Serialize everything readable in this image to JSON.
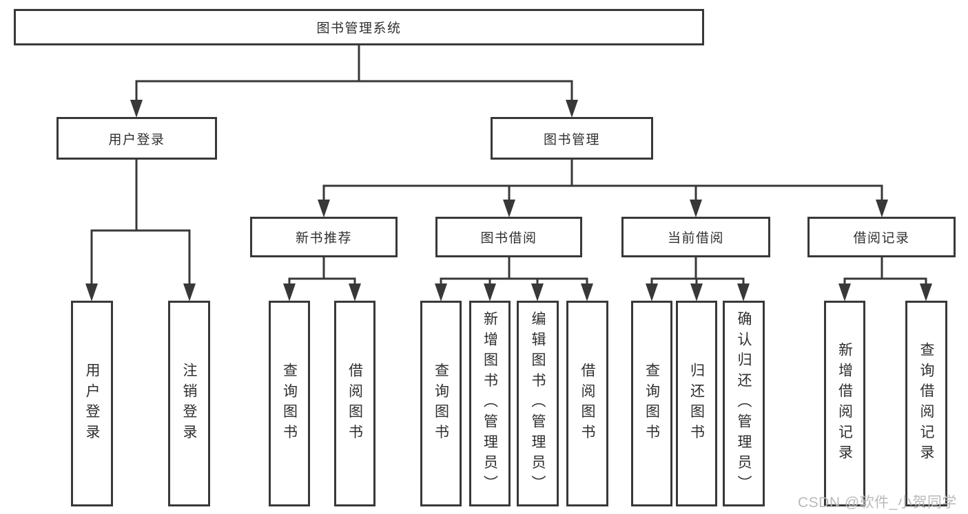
{
  "colors": {
    "line": "#383838",
    "text": "#2f2f2f",
    "background": "#ffffff",
    "watermark": "#b9b9b9"
  },
  "watermark": {
    "text": "CSDN @软件_小贺同学"
  },
  "diagram": {
    "type": "hierarchy-tree",
    "root": {
      "label": "图书管理系统"
    },
    "branches": [
      {
        "label": "用户登录",
        "children": [
          {
            "label": "用户登录"
          },
          {
            "label": "注销登录"
          }
        ]
      },
      {
        "label": "图书管理",
        "children": [
          {
            "label": "新书推荐",
            "children": [
              {
                "label": "查询图书"
              },
              {
                "label": "借阅图书"
              }
            ]
          },
          {
            "label": "图书借阅",
            "children": [
              {
                "label": "查询图书"
              },
              {
                "label": "新增图书（管理员）"
              },
              {
                "label": "编辑图书（管理员）"
              },
              {
                "label": "借阅图书"
              }
            ]
          },
          {
            "label": "当前借阅",
            "children": [
              {
                "label": "查询图书"
              },
              {
                "label": "归还图书"
              },
              {
                "label": "确认归还（管理员）"
              }
            ]
          },
          {
            "label": "借阅记录",
            "children": [
              {
                "label": "新增借阅记录"
              },
              {
                "label": "查询借阅记录"
              }
            ]
          }
        ]
      }
    ]
  }
}
